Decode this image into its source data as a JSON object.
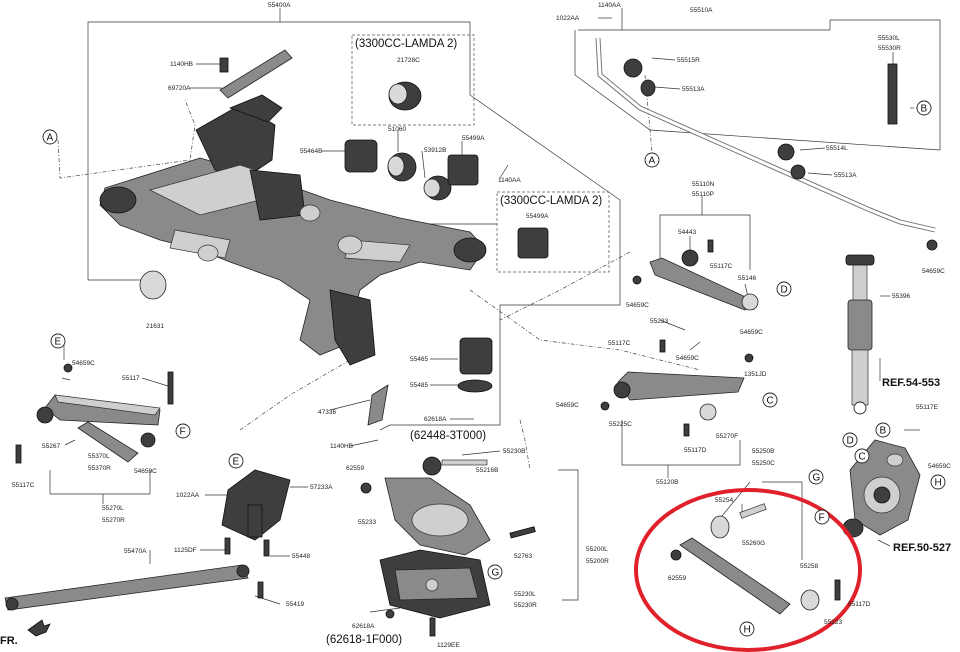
{
  "diagram": {
    "part_labels": [
      {
        "id": "55400A",
        "text": "55400A"
      },
      {
        "id": "1140HB_top",
        "text": "1140HB"
      },
      {
        "id": "69720A",
        "text": "69720A"
      },
      {
        "id": "21728C",
        "text": "21728C"
      },
      {
        "id": "51060",
        "text": "51060"
      },
      {
        "id": "55464B",
        "text": "55464B"
      },
      {
        "id": "53912B",
        "text": "53912B"
      },
      {
        "id": "55499A_1",
        "text": "55499A"
      },
      {
        "id": "1140AA_mid",
        "text": "1140AA"
      },
      {
        "id": "55499A_2",
        "text": "55499A"
      },
      {
        "id": "21631",
        "text": "21631"
      },
      {
        "id": "55465",
        "text": "55465"
      },
      {
        "id": "55485",
        "text": "55485"
      },
      {
        "id": "47336",
        "text": "47336"
      },
      {
        "id": "62618A_mid",
        "text": "62618A"
      },
      {
        "id": "1140HB_mid",
        "text": "1140HB"
      },
      {
        "id": "1140AA_top",
        "text": "1140AA"
      },
      {
        "id": "1022AA_top",
        "text": "1022AA"
      },
      {
        "id": "55510A",
        "text": "55510A"
      },
      {
        "id": "55515R",
        "text": "55515R"
      },
      {
        "id": "55513A_1",
        "text": "55513A"
      },
      {
        "id": "55530L",
        "text": "55530L"
      },
      {
        "id": "55530R",
        "text": "55530R"
      },
      {
        "id": "55514L",
        "text": "55514L"
      },
      {
        "id": "55513A_2",
        "text": "55513A"
      },
      {
        "id": "54659C_r1",
        "text": "54659C"
      },
      {
        "id": "55396",
        "text": "55396"
      },
      {
        "id": "55110N",
        "text": "55110N"
      },
      {
        "id": "55110P",
        "text": "55110P"
      },
      {
        "id": "54443",
        "text": "54443"
      },
      {
        "id": "55117C_a",
        "text": "55117C"
      },
      {
        "id": "55146",
        "text": "55146"
      },
      {
        "id": "54659C_a",
        "text": "54659C"
      },
      {
        "id": "55223_a",
        "text": "55223"
      },
      {
        "id": "54659C_b",
        "text": "54659C"
      },
      {
        "id": "55117C_b",
        "text": "55117C"
      },
      {
        "id": "54659C_c",
        "text": "54659C"
      },
      {
        "id": "1351JD",
        "text": "1351JD"
      },
      {
        "id": "54659C_d",
        "text": "54659C"
      },
      {
        "id": "55225C",
        "text": "55225C"
      },
      {
        "id": "55270F",
        "text": "55270F"
      },
      {
        "id": "55117D_a",
        "text": "55117D"
      },
      {
        "id": "55120B",
        "text": "55120B"
      },
      {
        "id": "55117E",
        "text": "55117E"
      },
      {
        "id": "54659C_e",
        "text": "54659C"
      },
      {
        "id": "55250B",
        "text": "55250B"
      },
      {
        "id": "55250C",
        "text": "55250C"
      },
      {
        "id": "55254",
        "text": "55254"
      },
      {
        "id": "55260G",
        "text": "55260G"
      },
      {
        "id": "62559_r",
        "text": "62559"
      },
      {
        "id": "55258",
        "text": "55258"
      },
      {
        "id": "55117D_b",
        "text": "55117D"
      },
      {
        "id": "55223_b",
        "text": "55223"
      },
      {
        "id": "54659C_f",
        "text": "54659C"
      },
      {
        "id": "55117",
        "text": "55117"
      },
      {
        "id": "55267",
        "text": "55267"
      },
      {
        "id": "55370L",
        "text": "55370L"
      },
      {
        "id": "55370R",
        "text": "55370R"
      },
      {
        "id": "54659C_g",
        "text": "54659C"
      },
      {
        "id": "55117C_c",
        "text": "55117C"
      },
      {
        "id": "55270L",
        "text": "55270L"
      },
      {
        "id": "55270R",
        "text": "55270R"
      },
      {
        "id": "1022AA_bot",
        "text": "1022AA"
      },
      {
        "id": "57233A",
        "text": "57233A"
      },
      {
        "id": "1125DF",
        "text": "1125DF"
      },
      {
        "id": "55448",
        "text": "55448"
      },
      {
        "id": "55470A",
        "text": "55470A"
      },
      {
        "id": "55419",
        "text": "55419"
      },
      {
        "id": "55230B",
        "text": "55230B"
      },
      {
        "id": "62559_m",
        "text": "62559"
      },
      {
        "id": "55216B",
        "text": "55216B"
      },
      {
        "id": "55233",
        "text": "55233"
      },
      {
        "id": "52763",
        "text": "52763"
      },
      {
        "id": "55200L",
        "text": "55200L"
      },
      {
        "id": "55200R",
        "text": "55200R"
      },
      {
        "id": "55230L",
        "text": "55230L"
      },
      {
        "id": "55230R",
        "text": "55230R"
      },
      {
        "id": "62618A_bot",
        "text": "62618A"
      },
      {
        "id": "1129EE",
        "text": "1129EE"
      }
    ],
    "big_labels": [
      {
        "id": "lamda_1",
        "text": "(3300CC-LAMDA 2)"
      },
      {
        "id": "lamda_2",
        "text": "(3300CC-LAMDA 2)"
      },
      {
        "id": "ref_62448",
        "text": "(62448-3T000)"
      },
      {
        "id": "ref_62618",
        "text": "(62618-1F000)"
      },
      {
        "id": "ref_54553",
        "text": "REF.54-553"
      },
      {
        "id": "ref_50527",
        "text": "REF.50-527"
      },
      {
        "id": "fr",
        "text": "FR."
      }
    ],
    "callouts": [
      {
        "id": "A_left",
        "text": "A"
      },
      {
        "id": "A_bar",
        "text": "A"
      },
      {
        "id": "B_link",
        "text": "B"
      },
      {
        "id": "B_knuckle",
        "text": "B"
      },
      {
        "id": "C_arm",
        "text": "C"
      },
      {
        "id": "C_knuckle",
        "text": "C"
      },
      {
        "id": "D_arm",
        "text": "D"
      },
      {
        "id": "D_knuckle",
        "text": "D"
      },
      {
        "id": "E_left",
        "text": "E"
      },
      {
        "id": "E_bottom",
        "text": "E"
      },
      {
        "id": "F_left",
        "text": "F"
      },
      {
        "id": "F_knuckle",
        "text": "F"
      },
      {
        "id": "G_lower",
        "text": "G"
      },
      {
        "id": "G_knuckle",
        "text": "G"
      },
      {
        "id": "H_link",
        "text": "H"
      },
      {
        "id": "H_knuckle",
        "text": "H"
      }
    ],
    "highlight_color": "#e0202a"
  }
}
